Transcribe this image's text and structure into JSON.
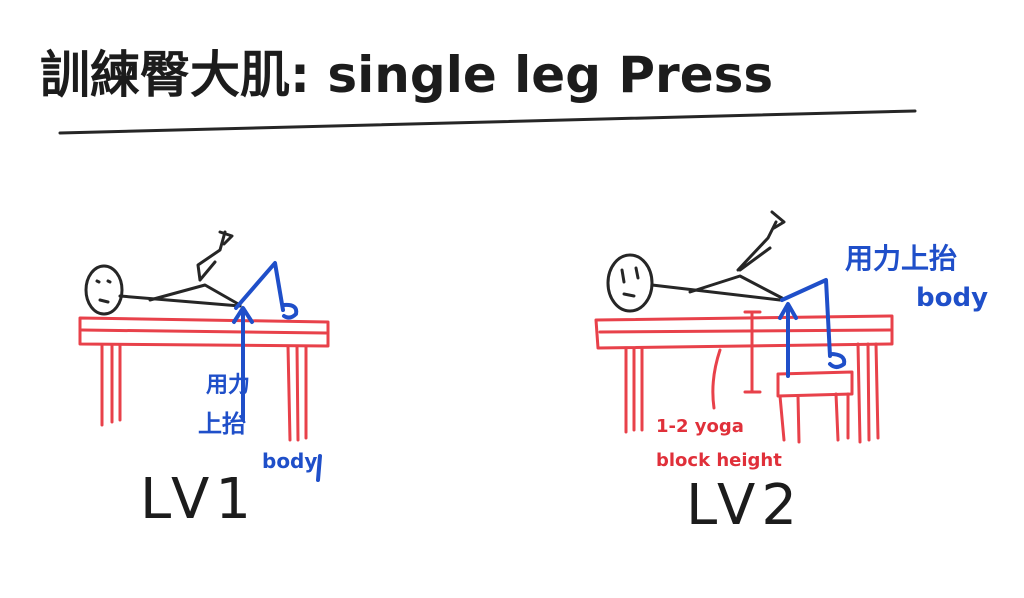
{
  "title": "訓練臀大肌: single leg Press",
  "lv1": {
    "label": "LV1",
    "note_line1": "用力",
    "note_line2": "上抬",
    "note_line3": "body"
  },
  "lv2": {
    "label": "LV2",
    "note_line1": "用力上抬",
    "note_line2": "body",
    "block_line1": "1-2 yoga",
    "block_line2": "block height"
  },
  "colors": {
    "ink": "#262626",
    "table": "#e8414a",
    "arrow": "#1f4fc9"
  }
}
